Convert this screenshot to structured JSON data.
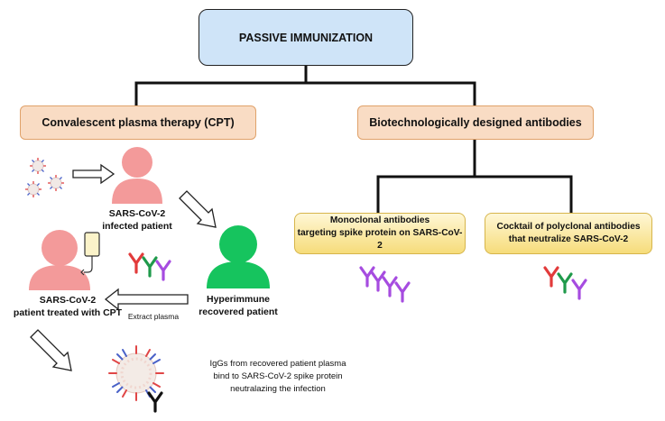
{
  "title": "PASSIVE IMMUNIZATION",
  "branches": {
    "cpt": "Convalescent plasma therapy (CPT)",
    "bio": "Biotechnologically designed antibodies"
  },
  "sub_branches": {
    "mono_line1": "Monoclonal antibodies",
    "mono_line2": "targeting spike protein on SARS-CoV-2",
    "cocktail_line1": "Cocktail of polyclonal antibodies",
    "cocktail_line2": "that neutralize SARS-CoV-2"
  },
  "labels": {
    "infected_line1": "SARS-CoV-2",
    "infected_line2": "infected patient",
    "hyper_line1": "Hyperimmune",
    "hyper_line2": "recovered patient",
    "treated_line1": "SARS-CoV-2",
    "treated_line2": "patient treated with CPT",
    "extract": "Extract plasma",
    "igg_line1": "IgGs from recovered patient plasma",
    "igg_line2": "bind to SARS-CoV-2 spike protein",
    "igg_line3": "neutralazing the infection"
  },
  "colors": {
    "infected_patient": "#f39a9a",
    "recovered_patient": "#16c45e",
    "antibody_purple": "#a64ce0",
    "antibody_red": "#e23b3b",
    "antibody_green": "#1f9a4b",
    "virus_red": "#e04646",
    "virus_blue": "#4a62c8"
  },
  "icons": [
    "virus-icon",
    "person-icon",
    "iv-bag-icon",
    "antibody-icon",
    "arrow-icon"
  ]
}
